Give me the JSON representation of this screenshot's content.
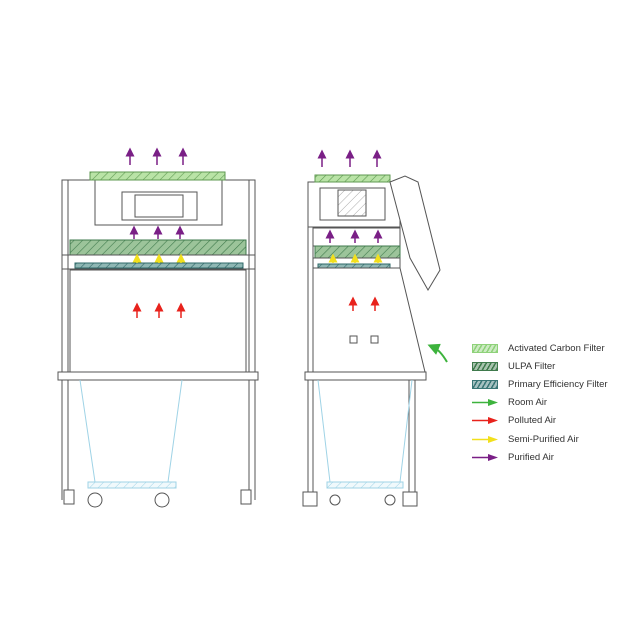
{
  "legend": {
    "items": [
      {
        "kind": "filter",
        "label": "Activated Carbon Filter",
        "color": "#8fd27a"
      },
      {
        "kind": "filter",
        "label": "ULPA Filter",
        "color": "#3f7a4c"
      },
      {
        "kind": "filter",
        "label": "Primary Efficiency Filter",
        "color": "#3a7676"
      },
      {
        "kind": "arrow",
        "label": "Room Air",
        "color": "#3db33d"
      },
      {
        "kind": "arrow",
        "label": "Polluted Air",
        "color": "#e8221c"
      },
      {
        "kind": "arrow",
        "label": "Semi-Purified Air",
        "color": "#f2e01c"
      },
      {
        "kind": "arrow",
        "label": "Purified Air",
        "color": "#7a1f86"
      }
    ]
  },
  "colors": {
    "line": "#555555",
    "stand": "#9fd3e6",
    "carbon": "#8fd27a",
    "ulpa": "#3f7a4c",
    "primary": "#3a7676",
    "room_air": "#3db33d",
    "polluted": "#e8221c",
    "semi": "#f2e01c",
    "purified": "#7a1f86"
  }
}
